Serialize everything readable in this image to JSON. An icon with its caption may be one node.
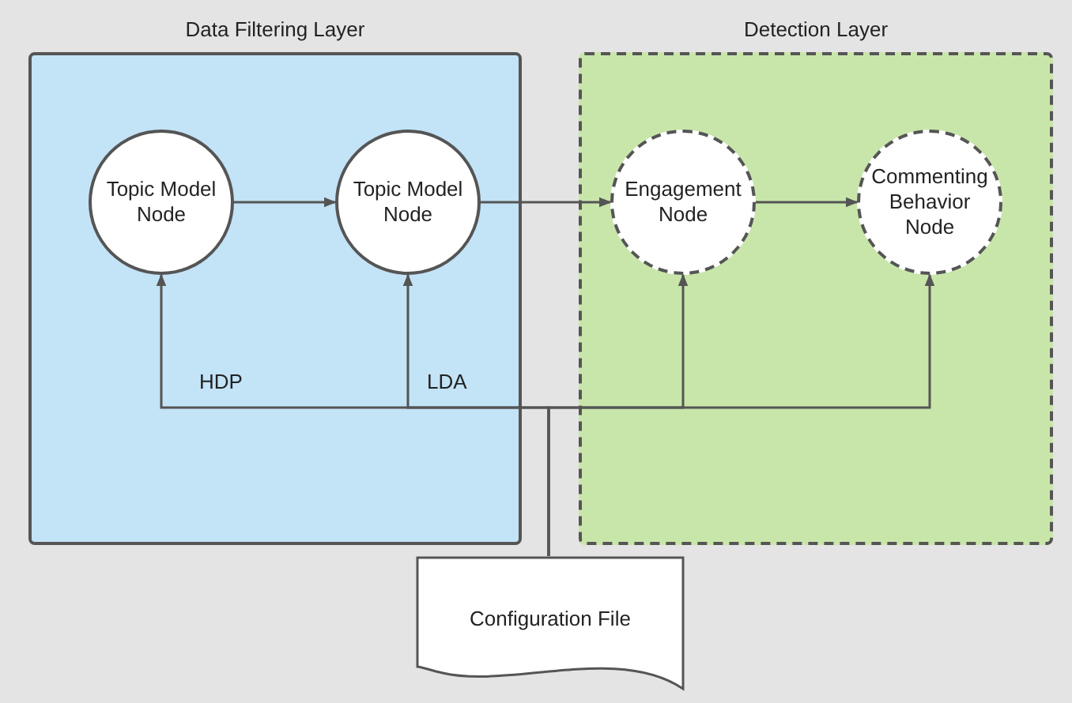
{
  "diagram": {
    "nodes": [
      {
        "text": [
          "Data Filtering Layer"
        ]
      },
      {
        "text": [
          "Topic Model Node"
        ],
        "in": 0
      },
      {
        "text": [
          "Topic Model Node"
        ],
        "in": 0
      },
      {
        "text": [
          "Detection Layer"
        ]
      },
      {
        "text": [
          "Engagement Node"
        ],
        "in": 3
      },
      {
        "text": [
          "Commenting Behavior Node"
        ],
        "in": 3
      },
      {
        "text": [
          "Configuration File"
        ]
      }
    ],
    "edges": [
      {
        "from": 1,
        "to": 2,
        "arrow": "to"
      },
      {
        "from": 2,
        "to": 4,
        "arrow": "to"
      },
      {
        "from": 4,
        "to": 5,
        "arrow": "to"
      },
      {
        "from": 6,
        "to": 1,
        "arrow": "to",
        "label": "HDP"
      },
      {
        "from": 6,
        "to": 2,
        "arrow": "to",
        "label": "LDA"
      },
      {
        "from": 6,
        "to": 4,
        "arrow": "to"
      },
      {
        "from": 6,
        "to": 5,
        "arrow": "to"
      }
    ]
  }
}
